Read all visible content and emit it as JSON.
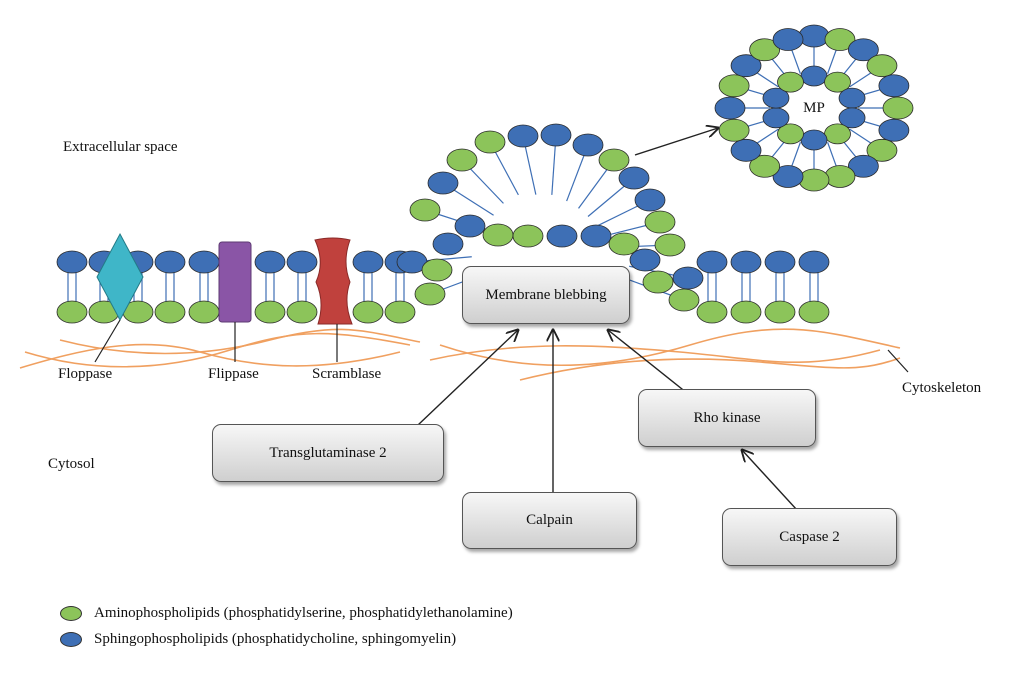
{
  "regions": {
    "extracellular": "Extracellular space",
    "cytosol": "Cytosol",
    "cytoskeleton": "Cytoskeleton"
  },
  "proteins": {
    "floppase": "Floppase",
    "flippase": "Flippase",
    "scramblase": "Scramblase"
  },
  "microparticle_label": "MP",
  "boxes": {
    "membrane_blebbing": "Membrane blebbing",
    "transglutaminase": "Transglutaminase 2",
    "calpain": "Calpain",
    "rho_kinase": "Rho kinase",
    "caspase": "Caspase 2"
  },
  "legend": {
    "amino": "Aminophospholipids (phosphatidylserine, phosphatidylethanolamine)",
    "sphingo": "Sphingophospholipids (phosphatidycholine, sphingomyelin)"
  },
  "colors": {
    "aminophospholipid": "#8cc45a",
    "sphingophospholipid": "#3e6fb5",
    "floppase": "#3fb6c8",
    "flippase": "#8a55a6",
    "scramblase": "#c0413d",
    "cytoskeleton": "#f0a060"
  }
}
